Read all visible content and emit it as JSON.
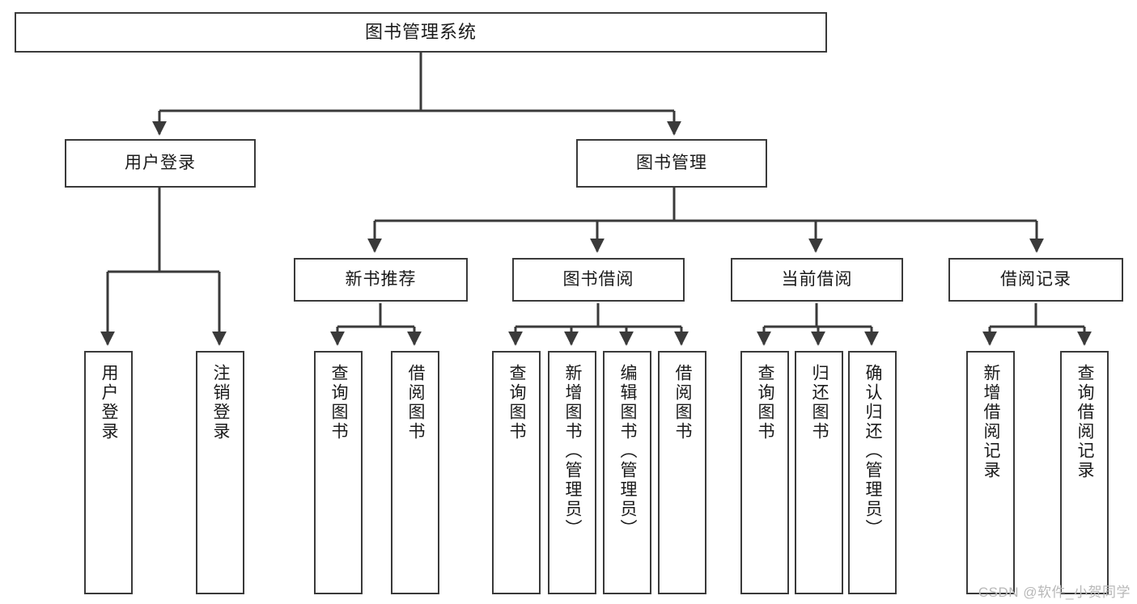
{
  "diagram": {
    "type": "tree",
    "title": "图书管理系统",
    "watermark": "CSDN @软件_小贺同学",
    "colors": {
      "box_border": "#3a3a3a",
      "box_fill": "#ffffff",
      "edge": "#3a3a3a",
      "text": "#1a1a1a",
      "watermark": "#b8b8b8",
      "background": "#ffffff"
    },
    "nodes": {
      "root": {
        "label": "图书管理系统"
      },
      "level2": [
        {
          "label": "用户登录"
        },
        {
          "label": "图书管理"
        }
      ],
      "level3": [
        {
          "label": "新书推荐"
        },
        {
          "label": "图书借阅"
        },
        {
          "label": "当前借阅"
        },
        {
          "label": "借阅记录"
        }
      ],
      "leaves": {
        "user_login": [
          {
            "label": "用户登录"
          },
          {
            "label": "注销登录"
          }
        ],
        "new_book": [
          {
            "label": "查询图书"
          },
          {
            "label": "借阅图书"
          }
        ],
        "book_borrow": [
          {
            "label": "查询图书"
          },
          {
            "label": "新增图书（管理员）"
          },
          {
            "label": "编辑图书（管理员）"
          },
          {
            "label": "借阅图书"
          }
        ],
        "current_borrow": [
          {
            "label": "查询图书"
          },
          {
            "label": "归还图书"
          },
          {
            "label": "确认归还（管理员）"
          }
        ],
        "borrow_record": [
          {
            "label": "新增借阅记录"
          },
          {
            "label": "查询借阅记录"
          }
        ]
      }
    }
  }
}
